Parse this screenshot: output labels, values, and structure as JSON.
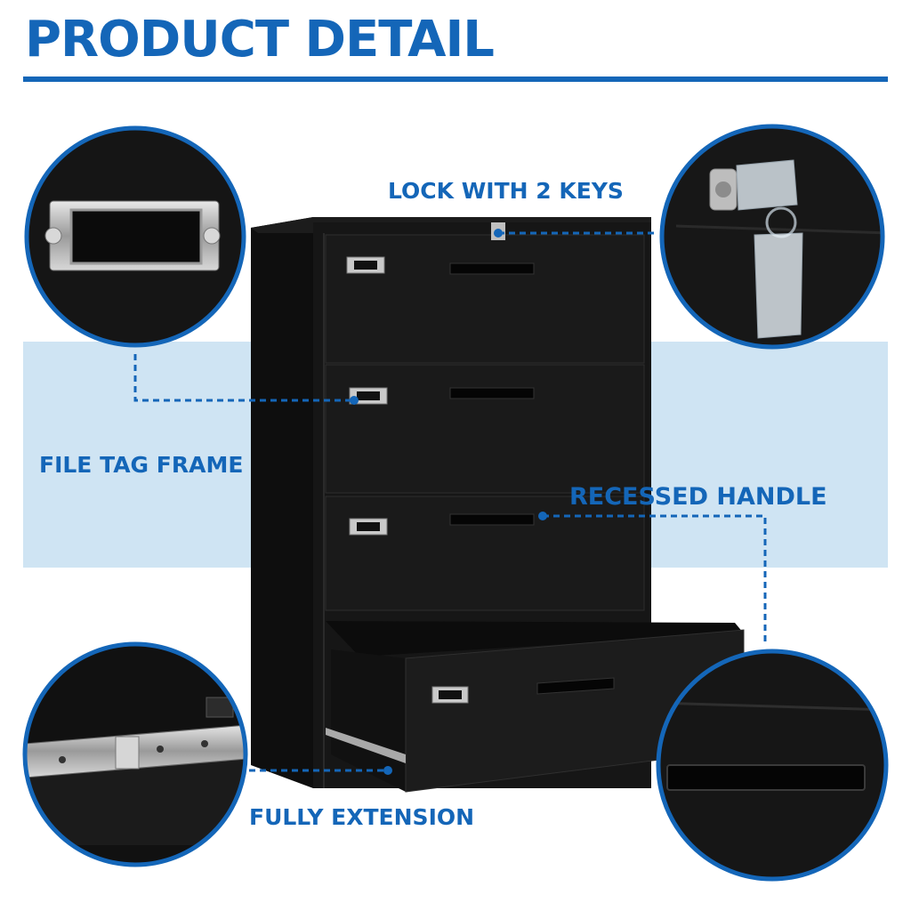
{
  "title": "PRODUCT DETAIL",
  "callouts": {
    "lock": "LOCK WITH 2 KEYS",
    "file_tag": "FILE TAG FRAME",
    "handle": "RECESSED HANDLE",
    "extension": "FULLY EXTENSION"
  },
  "colors": {
    "accent": "#1466b8",
    "band": "#cfe4f3",
    "cabinet": "#141414"
  },
  "drawers": 4
}
